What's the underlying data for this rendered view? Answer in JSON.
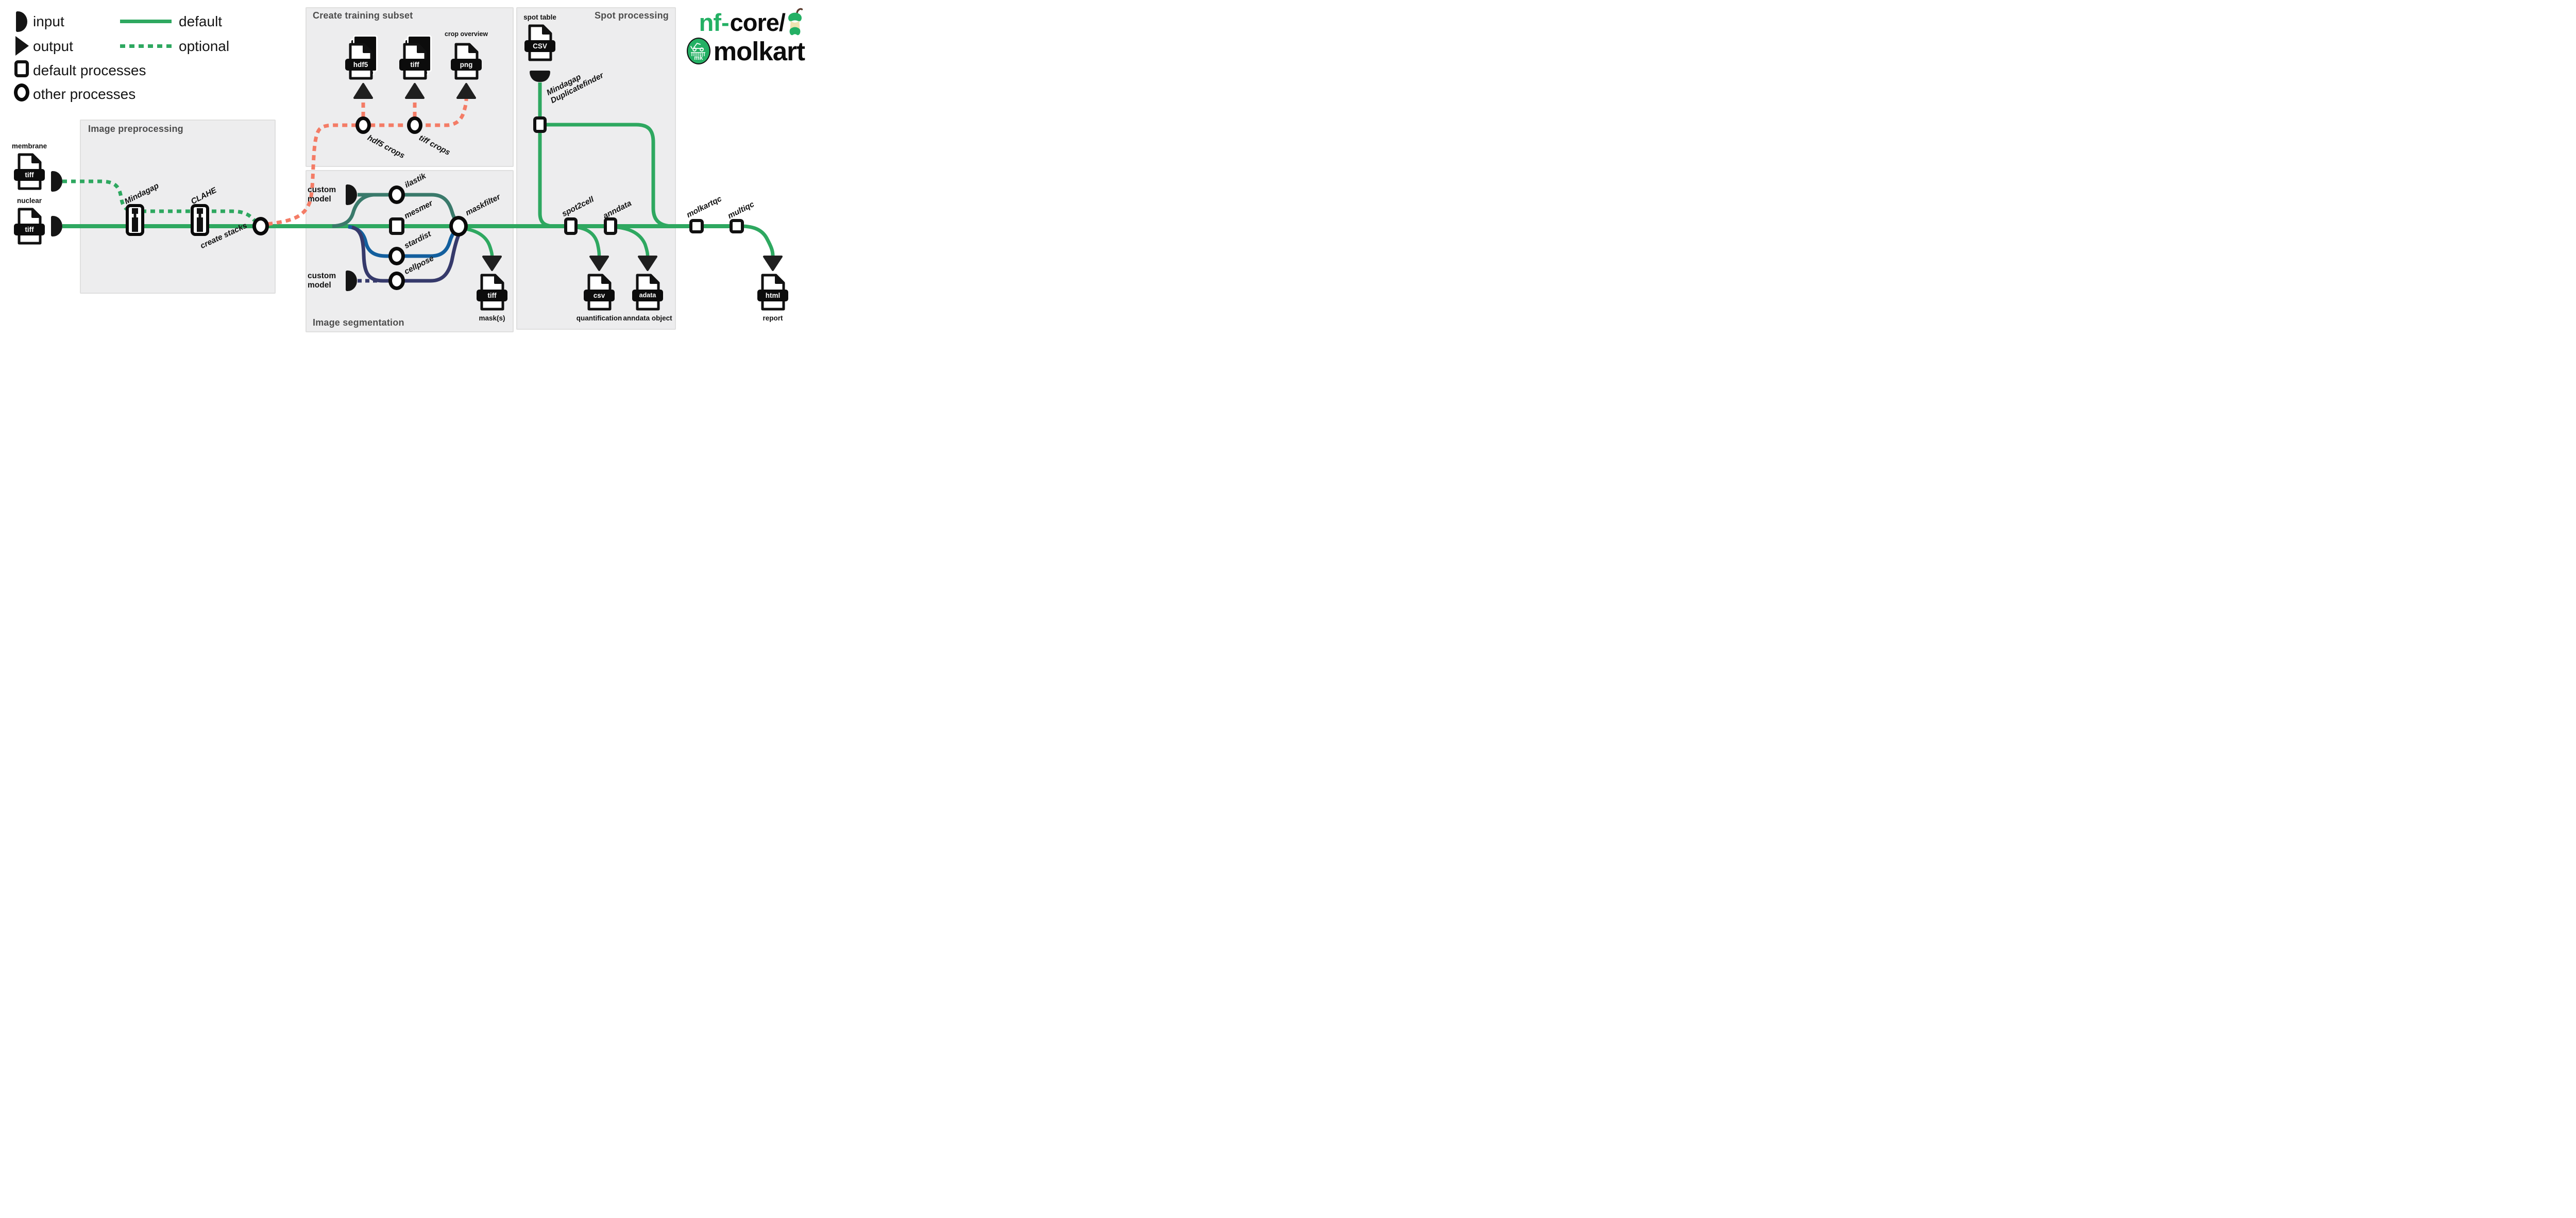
{
  "colors": {
    "green": "#2EA860",
    "teal": "#3A7A6B",
    "blue": "#135F9E",
    "indigo": "#363A6B",
    "salmon": "#F47C66",
    "box_bg": "#EDEDEE",
    "box_border": "#DFDFDF",
    "title": "#4D4D4D",
    "arrow": "#1F1F1F",
    "logo_green": "#24B064",
    "apple_cream": "#EFE3B0"
  },
  "legend": {
    "input": "input",
    "output": "output",
    "default_processes": "default processes",
    "other_processes": "other processes",
    "default_line": "default",
    "optional_line": "optional"
  },
  "logo": {
    "nf": "nf",
    "hyphen": "-",
    "core": "core/",
    "name": "molkart",
    "badge": "mk"
  },
  "boxes": {
    "preprocessing": "Image preprocessing",
    "training": "Create training subset",
    "segmentation": "Image segmentation",
    "spot": "Spot processing"
  },
  "nodes": {
    "mindagap": "Mindagap",
    "clahe": "CLAHE",
    "create_stacks": "create stacks",
    "hdf5_crops": "hdf5 crops",
    "tiff_crops": "tiff crops",
    "ilastik": "ilastik",
    "mesmer": "mesmer",
    "stardist": "stardist",
    "cellpose": "cellpose",
    "maskfilter": "maskfilter",
    "duplicatefinder1": "Mindagap",
    "duplicatefinder2": "Duplicatefinder",
    "spot2cell": "spot2cell",
    "anndata": "anndata",
    "molkartqc": "molkartqc",
    "multiqc": "multiqc"
  },
  "inputs": {
    "custom_model_top": "custom model",
    "custom_model_bottom": "custom model"
  },
  "files": {
    "membrane": {
      "label": "membrane",
      "ext": "tiff"
    },
    "nuclear": {
      "label": "nuclear",
      "ext": "tiff"
    },
    "spot_table": {
      "label": "spot table",
      "ext": "CSV"
    },
    "hdf5_crops_file": {
      "ext": "hdf5"
    },
    "tiff_crops_file": {
      "ext": "tiff"
    },
    "crop_overview": {
      "label": "crop overview",
      "ext": "png"
    },
    "masks": {
      "ext": "tiff",
      "label": "mask(s)"
    },
    "quantification": {
      "ext": "csv",
      "label": "quantification"
    },
    "anndata_object": {
      "ext": "adata",
      "label": "anndata object"
    },
    "report": {
      "ext": "html",
      "label": "report"
    }
  }
}
